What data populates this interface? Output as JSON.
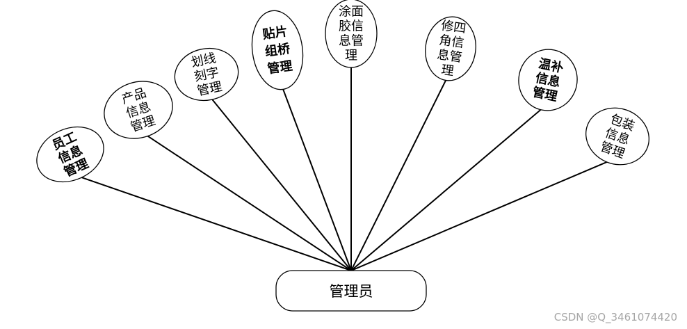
{
  "root": {
    "label": "管理员"
  },
  "nodes": [
    {
      "id": "staff",
      "lines": [
        "员工",
        "信息",
        "管理"
      ],
      "bold": true
    },
    {
      "id": "product",
      "lines": [
        "产品",
        "信息",
        "管理"
      ],
      "bold": false
    },
    {
      "id": "engrave",
      "lines": [
        "划线",
        "刻字",
        "管理"
      ],
      "bold": false
    },
    {
      "id": "bridge",
      "lines": [
        "贴片",
        "组桥",
        "管理"
      ],
      "bold": true
    },
    {
      "id": "glue",
      "lines": [
        "涂面",
        "胶信",
        "息管",
        "理"
      ],
      "bold": false
    },
    {
      "id": "trim",
      "lines": [
        "修四",
        "角信",
        "息管",
        "理"
      ],
      "bold": false
    },
    {
      "id": "touchup",
      "lines": [
        "温补",
        "信息",
        "管理"
      ],
      "bold": true
    },
    {
      "id": "package",
      "lines": [
        "包装",
        "信息",
        "管理"
      ],
      "bold": false
    }
  ],
  "watermark": "CSDN @Q_3461074420"
}
